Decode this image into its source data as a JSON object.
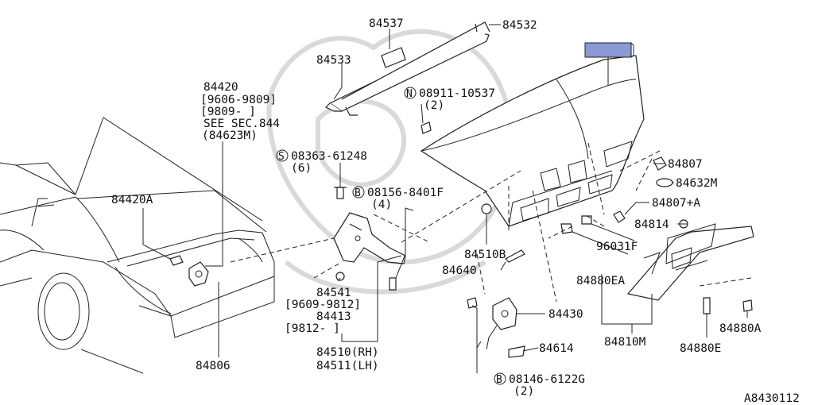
{
  "labels": {
    "p84537": "84537",
    "p84532": "84532",
    "p84533": "84533",
    "p84420": "84420",
    "p84420_r1": "[9606-9809]",
    "p84420_r2": "[9809-     ]",
    "p84420_see": "SEE SEC.844",
    "p84420_ref": "(84623M)",
    "n_bolt": "08911-10537",
    "n_bolt_qty": "(2)",
    "s_screw": "08363-61248",
    "s_screw_qty": "(6)",
    "b_bolt1": "08156-8401F",
    "b_bolt1_qty": "(4)",
    "p84420a": "84420A",
    "p84807": "84807",
    "p84632m": "84632M",
    "p84807a": "84807+A",
    "p84814": "84814",
    "p96031f": "96031F",
    "p84510b": "84510B",
    "p84640": "84640",
    "p84541": "84541",
    "p84541_r1": "[9609-9812]",
    "p84413": "84413",
    "p84413_r1": "[9812-     ]",
    "p84880ea": "84880EA",
    "p84430": "84430",
    "p84810m": "84810M",
    "p84880a": "84880A",
    "p84614": "84614",
    "p84880e": "84880E",
    "p84510": "84510(RH)",
    "p84511": "84511(LH)",
    "p84806": "84806",
    "b_bolt2": "08146-6122G",
    "b_bolt2_qty": "(2)",
    "circle_n": "N",
    "circle_s": "S",
    "circle_b": "B",
    "diagram_code": "A8430112"
  },
  "colors": {
    "line": "#222222",
    "highlight": "#8a9ad6",
    "watermark": "#d9d9d9"
  }
}
